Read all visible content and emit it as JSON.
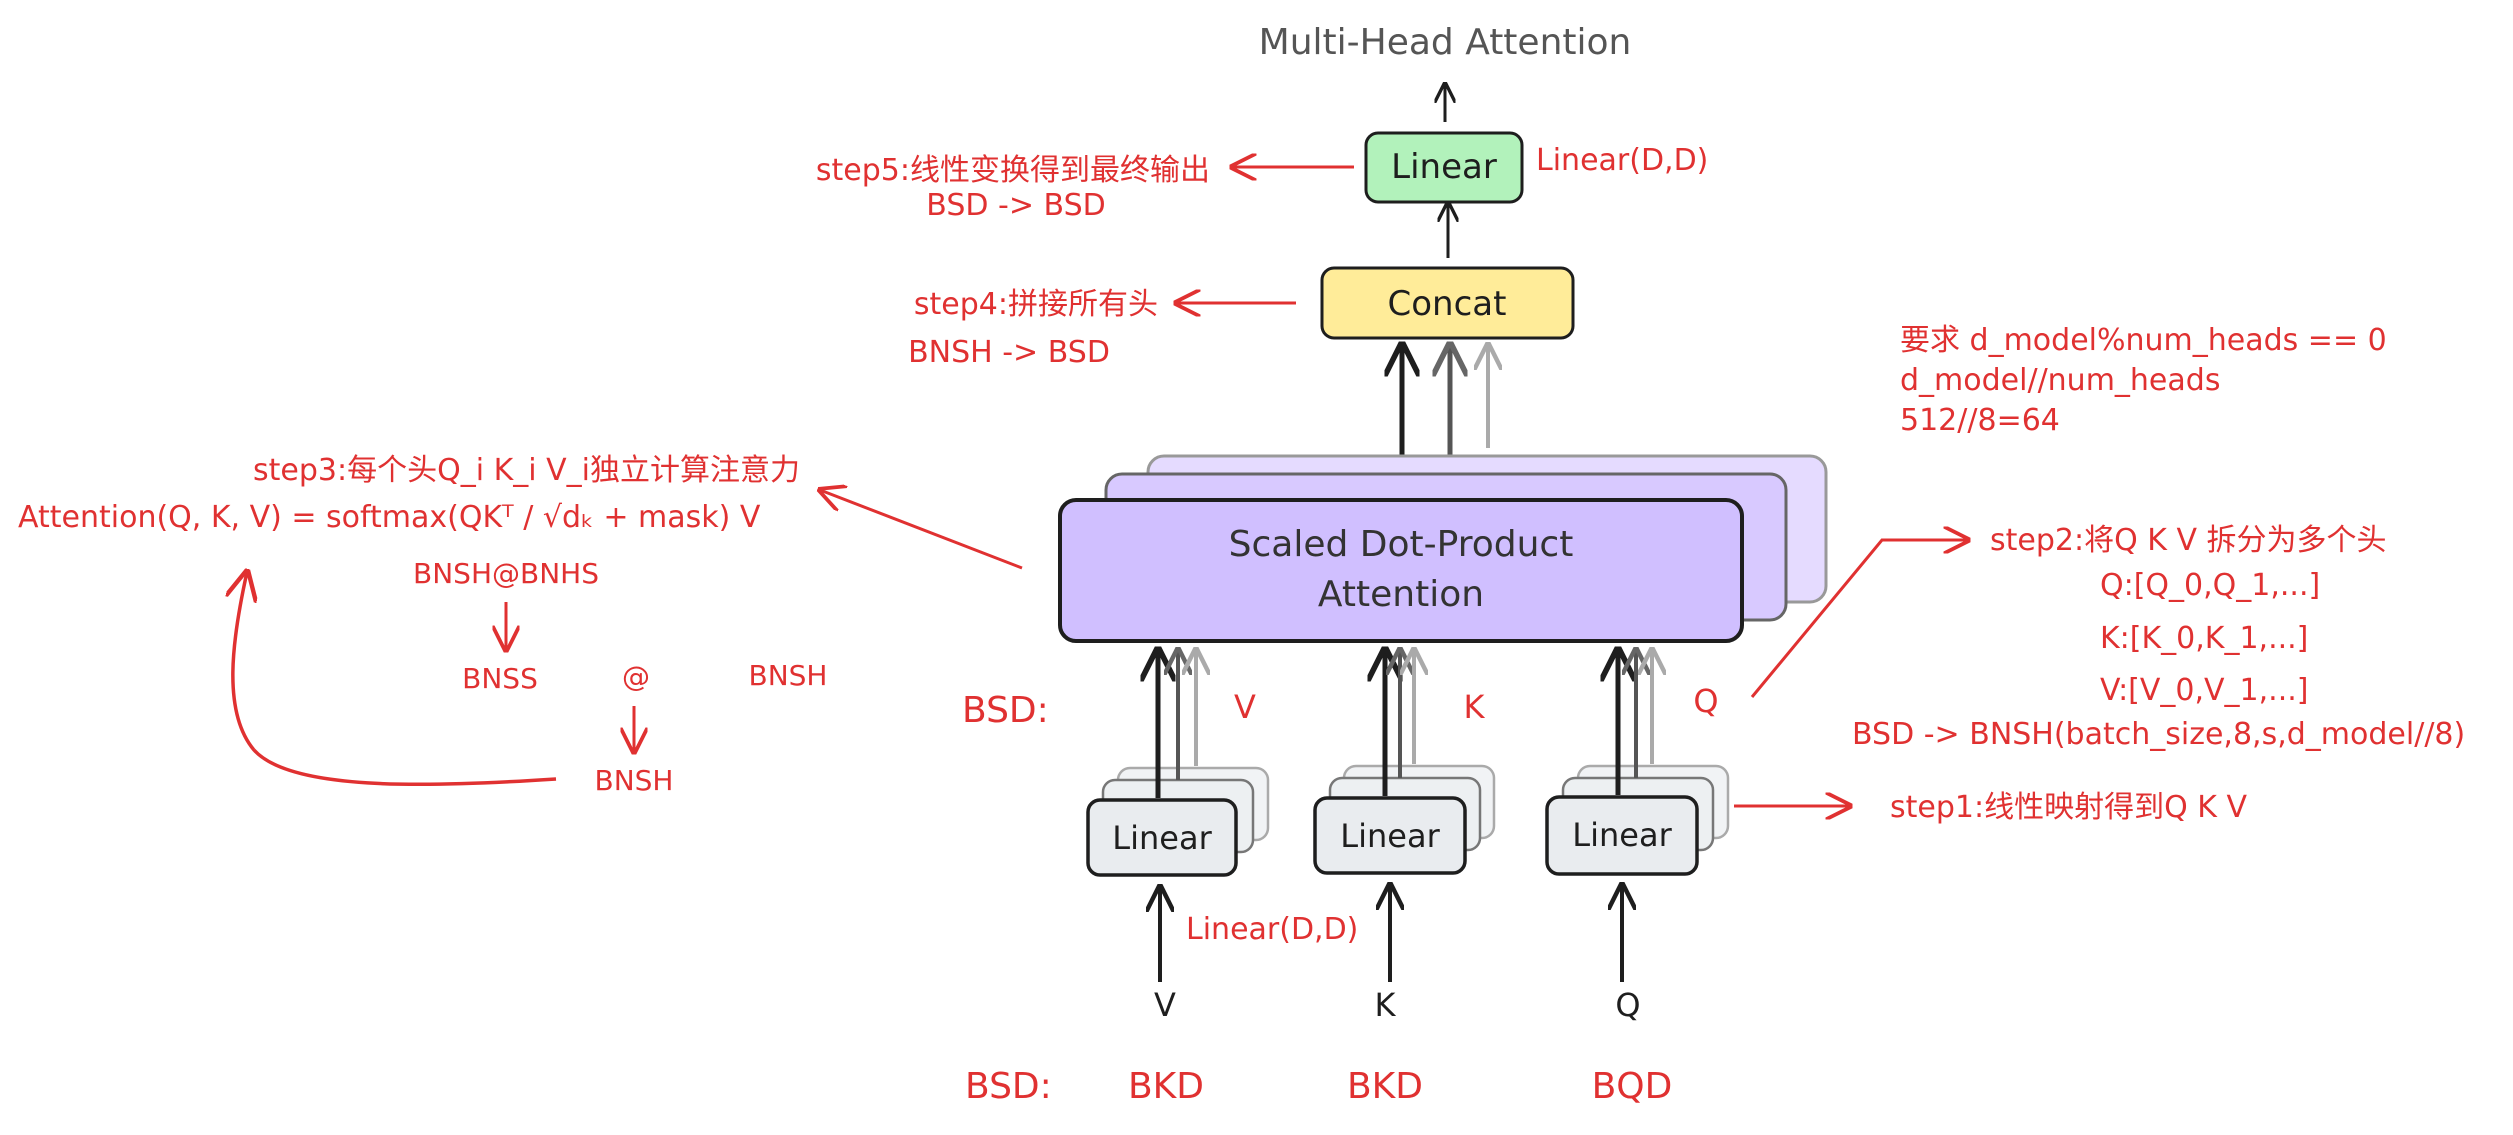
{
  "title": "Multi-Head Attention",
  "boxes": {
    "linear_top": "Linear",
    "concat": "Concat",
    "sdpa_line1": "Scaled Dot-Product",
    "sdpa_line2": "Attention",
    "linear_v": "Linear",
    "linear_k": "Linear",
    "linear_q": "Linear"
  },
  "inputs": {
    "v": "V",
    "k": "K",
    "q": "Q",
    "mid_v": "V",
    "mid_k": "K",
    "mid_q": "Q"
  },
  "shapes": {
    "bsd_mid": "BSD:",
    "bsd_bottom": "BSD:",
    "bkd_v": "BKD",
    "bkd_k": "BKD",
    "bqd": "BQD"
  },
  "annotations": {
    "linear_dd_top": "Linear(D,D)",
    "linear_dd_bottom": "Linear(D,D)",
    "step5_line1": "step5:线性变换得到最终输出",
    "step5_line2": "BSD -> BSD",
    "step4_line1": "step4:拼接所有头",
    "step4_line2": "BNSH -> BSD",
    "req_line1": "要求 d_model%num_heads == 0",
    "req_line2": "d_model//num_heads",
    "req_line3": "512//8=64",
    "step3_line1": "step3:每个头Q_i K_i V_i独立计算注意力",
    "step3_line2": "Attention(Q, K, V) = softmax(QKᵀ / √dₖ + mask) V",
    "bnsh_bnhs": "BNSH@BNHS",
    "bnss": "BNSS",
    "at": "@",
    "bnsh_right": "BNSH",
    "bnsh_result": "BNSH",
    "step2_line1": "step2:将Q K V 拆分为多个头",
    "step2_q": "Q:[Q_0,Q_1,...]",
    "step2_k": "K:[K_0,K_1,...]",
    "step2_v": "V:[V_0,V_1,...]",
    "step2_shape": "BSD -> BNSH(batch_size,8,s,d_model//8)",
    "step1": "step1:线性映射得到Q K V"
  },
  "colors": {
    "annotation_red": "#e03131",
    "linear_top_fill": "#b2f2bb",
    "concat_fill": "#ffec99",
    "sdpa_fill": "#d0bfff",
    "linear_fill": "#e9ecef",
    "ink": "#1e1e1e"
  }
}
